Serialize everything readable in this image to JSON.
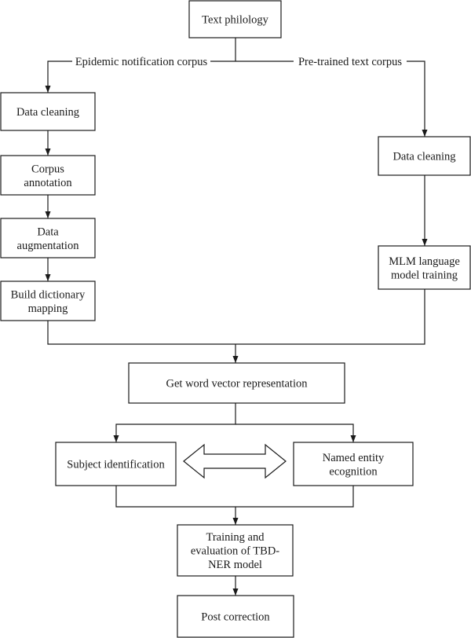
{
  "diagram": {
    "nodes": {
      "text_philology": [
        "Text philology"
      ],
      "data_cleaning_left": [
        "Data cleaning"
      ],
      "corpus_annotation": [
        "Corpus",
        "annotation"
      ],
      "data_augmentation": [
        "Data",
        "augmentation"
      ],
      "build_dictionary": [
        "Build dictionary",
        "mapping"
      ],
      "data_cleaning_right": [
        "Data cleaning"
      ],
      "mlm_training": [
        "MLM language",
        "model training"
      ],
      "word_vector": [
        "Get word vector representation"
      ],
      "subject_identification": [
        "Subject identification"
      ],
      "named_entity": [
        "Named entity",
        "ecognition"
      ],
      "tbd_ner_training": [
        "Training and",
        "evaluation of TBD-",
        "NER model"
      ],
      "post_correction": [
        "Post correction"
      ]
    },
    "edge_labels": {
      "epidemic": "Epidemic notification corpus",
      "pretrained": "Pre-trained text corpus"
    },
    "stroke_color": "#1a1a1a"
  }
}
